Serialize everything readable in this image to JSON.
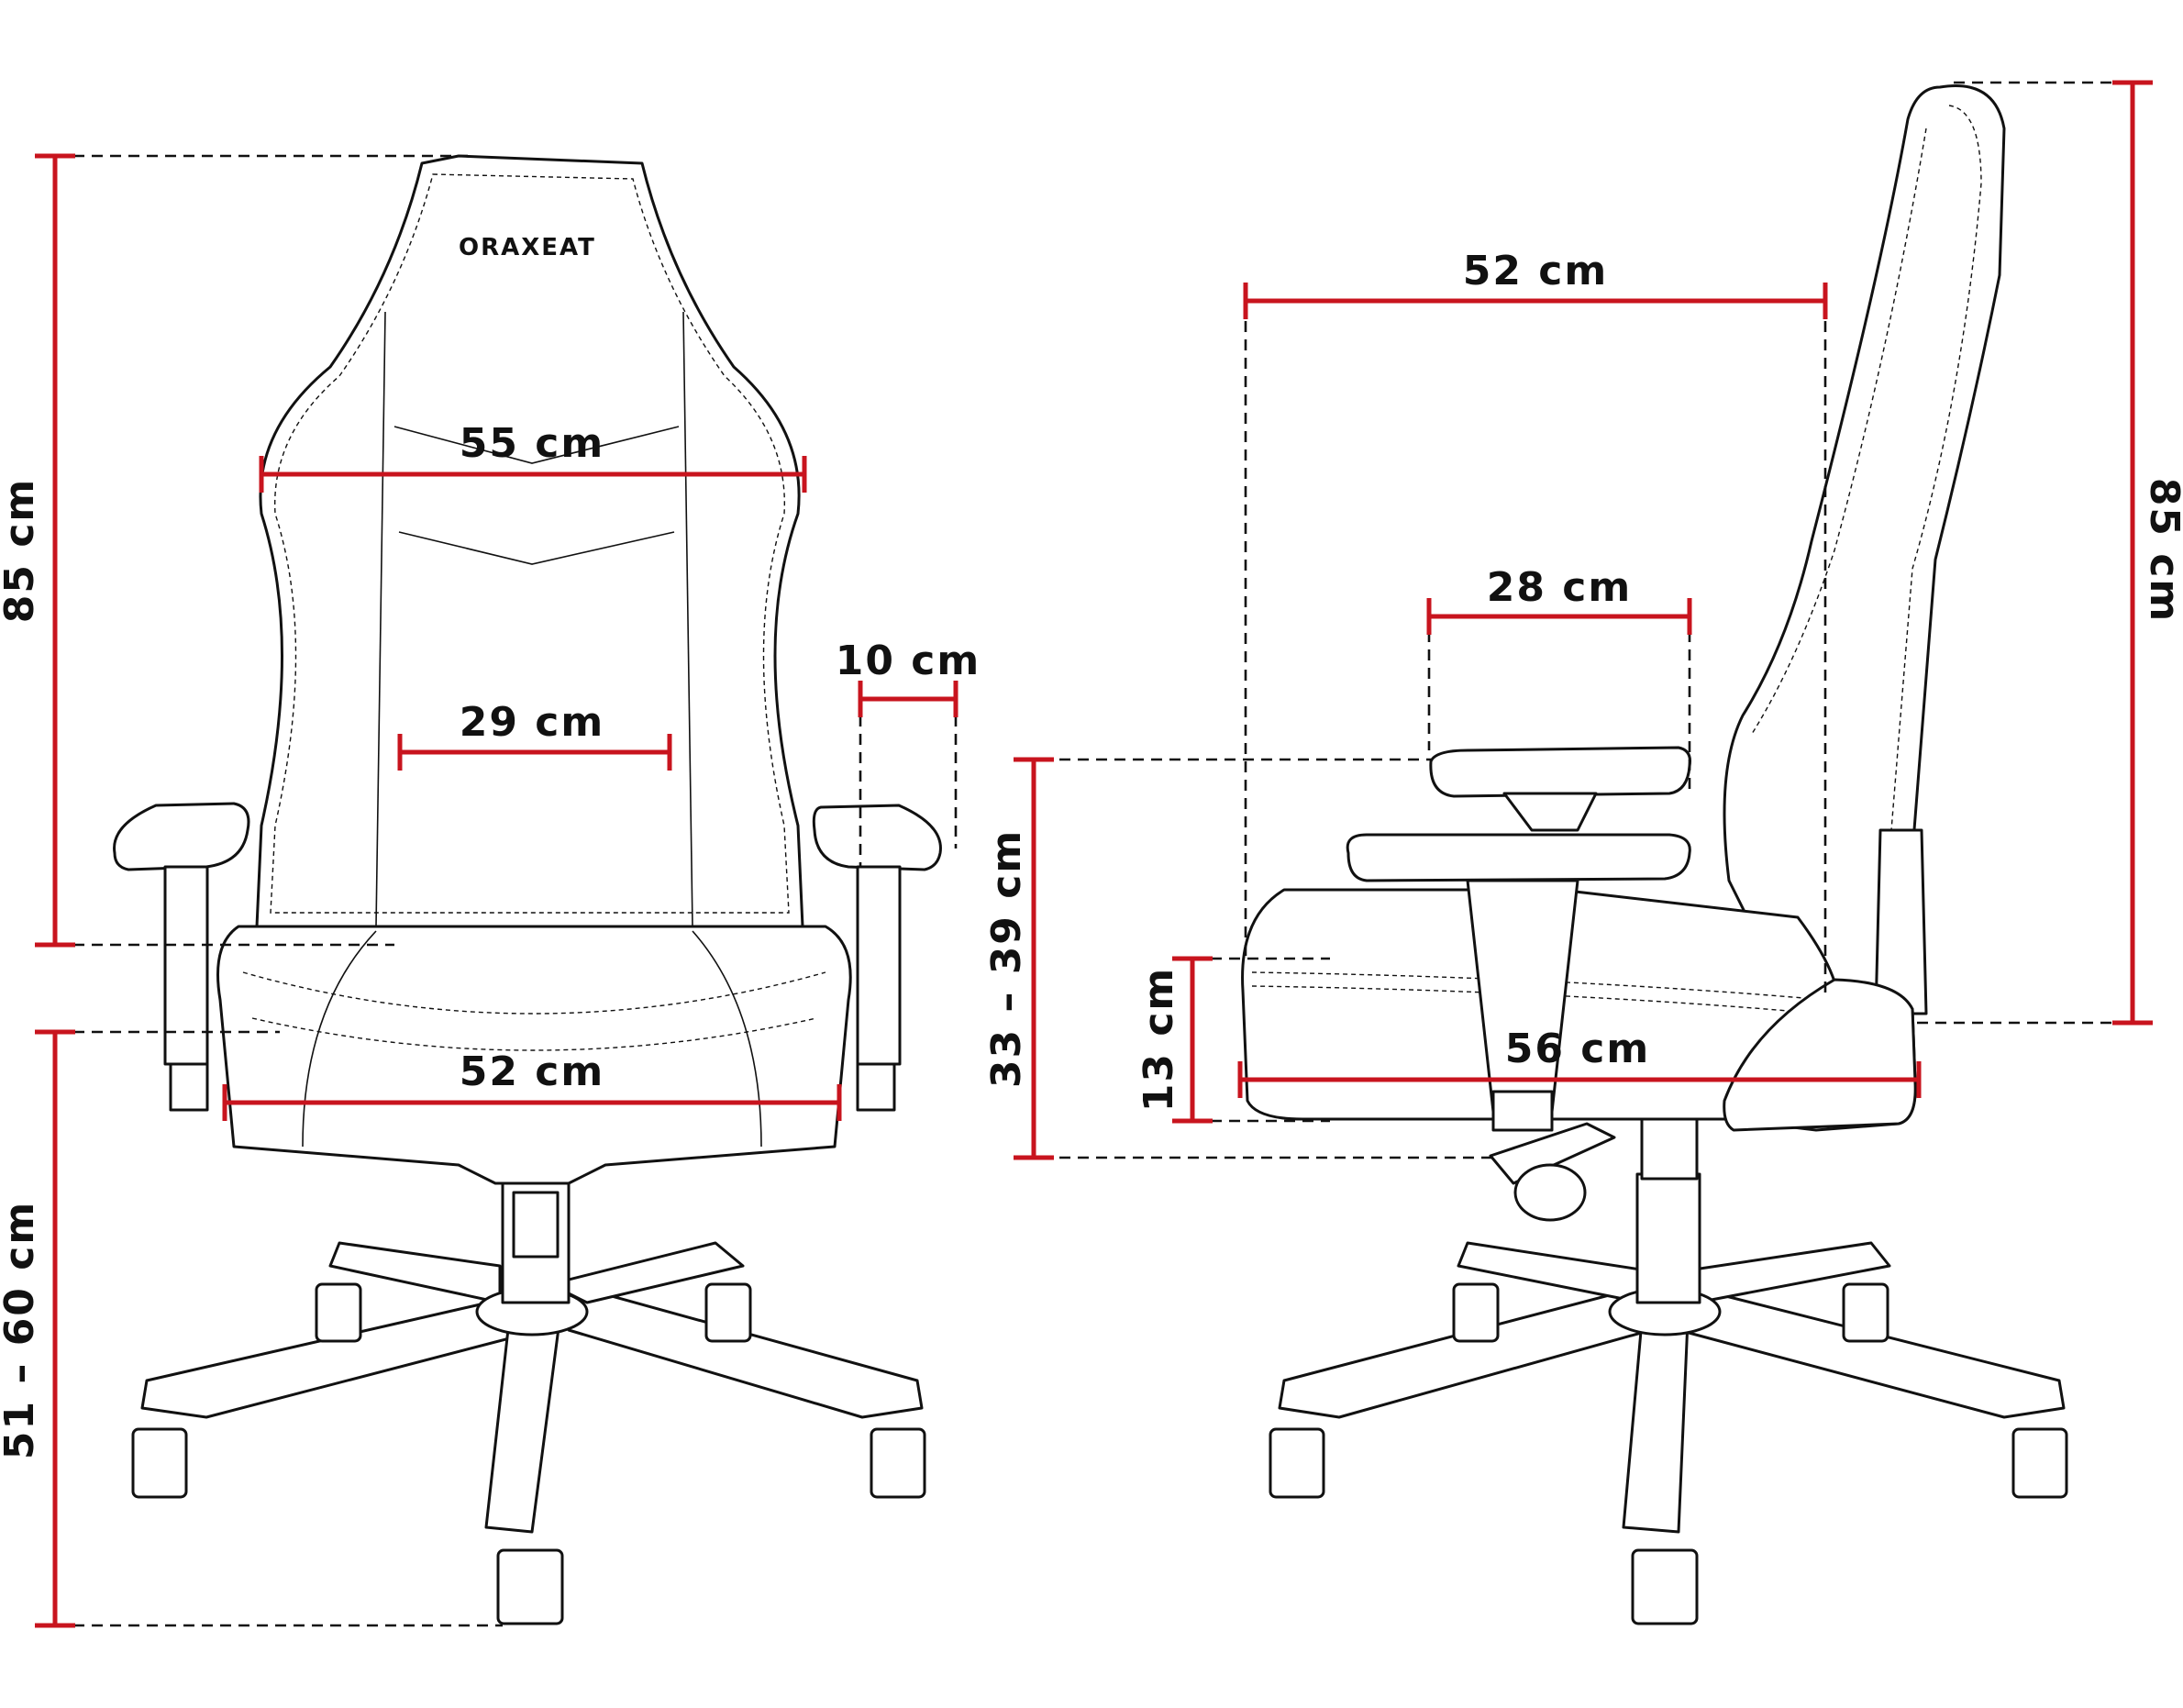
{
  "brand": "ORAXEAT",
  "front_view": {
    "height_backrest": "85 cm",
    "shoulder_width": "55 cm",
    "lumbar_width": "29 cm",
    "armrest_width": "10 cm",
    "seat_width": "52 cm",
    "seat_height_range": "51 – 60 cm"
  },
  "side_view": {
    "backrest_depth": "52 cm",
    "armrest_length": "28 cm",
    "armrest_height_range": "33 – 39 cm",
    "seat_thickness": "13 cm",
    "seat_depth": "56 cm",
    "height_backrest": "85 cm"
  },
  "colors": {
    "dimension_line": "#c8141e",
    "outline": "#111111",
    "background": "#ffffff"
  }
}
